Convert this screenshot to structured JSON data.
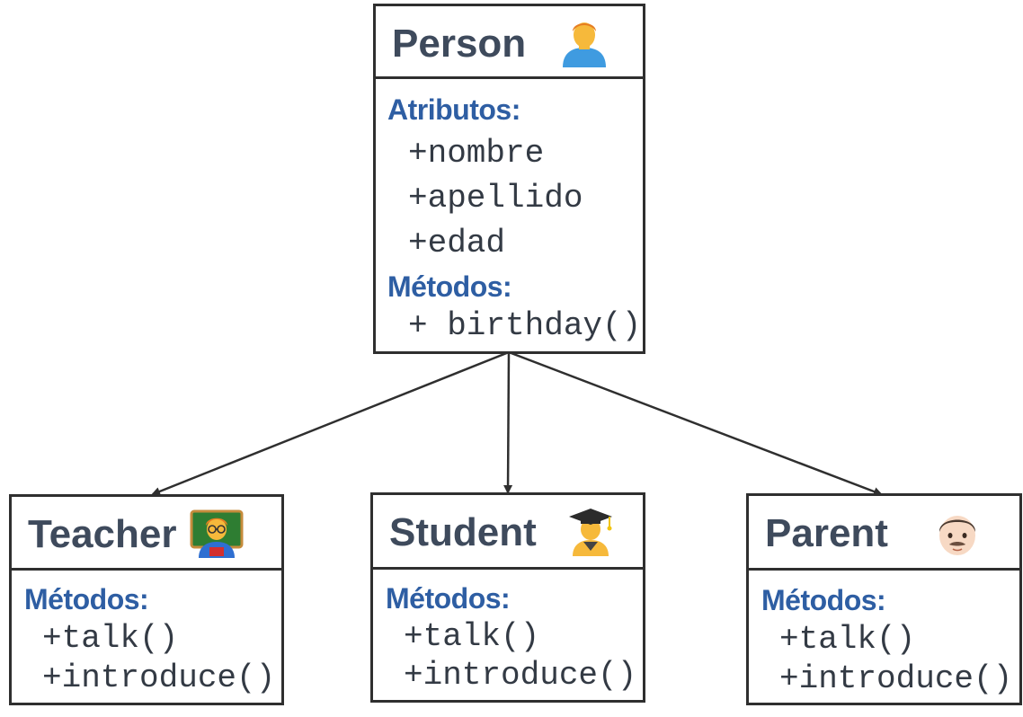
{
  "classes": {
    "person": {
      "name": "Person",
      "icon": "person-silhouette-icon",
      "attributes_label": "Atributos:",
      "attributes": [
        "+nombre",
        "+apellido",
        "+edad"
      ],
      "methods_label": "Métodos:",
      "methods": [
        "+ birthday()"
      ]
    },
    "teacher": {
      "name": "Teacher",
      "icon": "teacher-icon",
      "methods_label": "Métodos:",
      "methods": [
        "+talk()",
        "+introduce()"
      ]
    },
    "student": {
      "name": "Student",
      "icon": "student-icon",
      "methods_label": "Métodos:",
      "methods": [
        "+talk()",
        "+introduce()"
      ]
    },
    "parent": {
      "name": "Parent",
      "icon": "man-face-icon",
      "methods_label": "Métodos:",
      "methods": [
        "+talk()",
        "+introduce()"
      ]
    }
  },
  "colors": {
    "title_text": "#3e4a5c",
    "section_label": "#2e5ea3",
    "member_text": "#333a44",
    "border": "#2f2f2f",
    "arrow": "#2f2f2f"
  }
}
